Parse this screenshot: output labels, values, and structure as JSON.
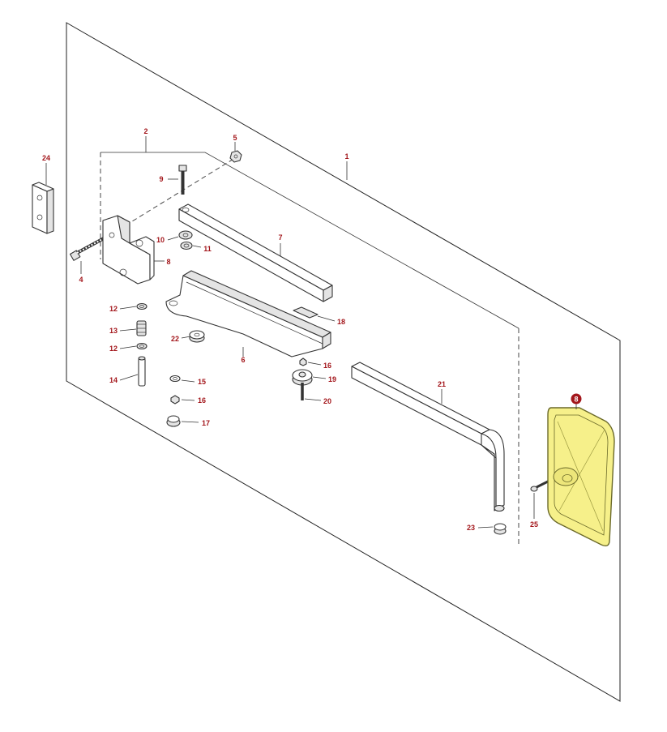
{
  "diagram": {
    "colors": {
      "callout_text": "#a3161b",
      "line": "#333333",
      "highlight_fill": "#f6f08a",
      "highlight_stroke": "#6b6a2a",
      "selected_badge": "#a3161b"
    },
    "selected_part": "8",
    "callouts": {
      "c1": "1",
      "c2": "2",
      "c4": "4",
      "c5": "5",
      "c6": "6",
      "c7": "7",
      "c8a": "8",
      "c8b": "8",
      "c9": "9",
      "c10": "10",
      "c11": "11",
      "c12a": "12",
      "c12b": "12",
      "c13": "13",
      "c14": "14",
      "c15": "15",
      "c16a": "16",
      "c16b": "16",
      "c17": "17",
      "c18": "18",
      "c19": "19",
      "c20": "20",
      "c21": "21",
      "c22": "22",
      "c23": "23",
      "c24": "24",
      "c25": "25"
    }
  }
}
